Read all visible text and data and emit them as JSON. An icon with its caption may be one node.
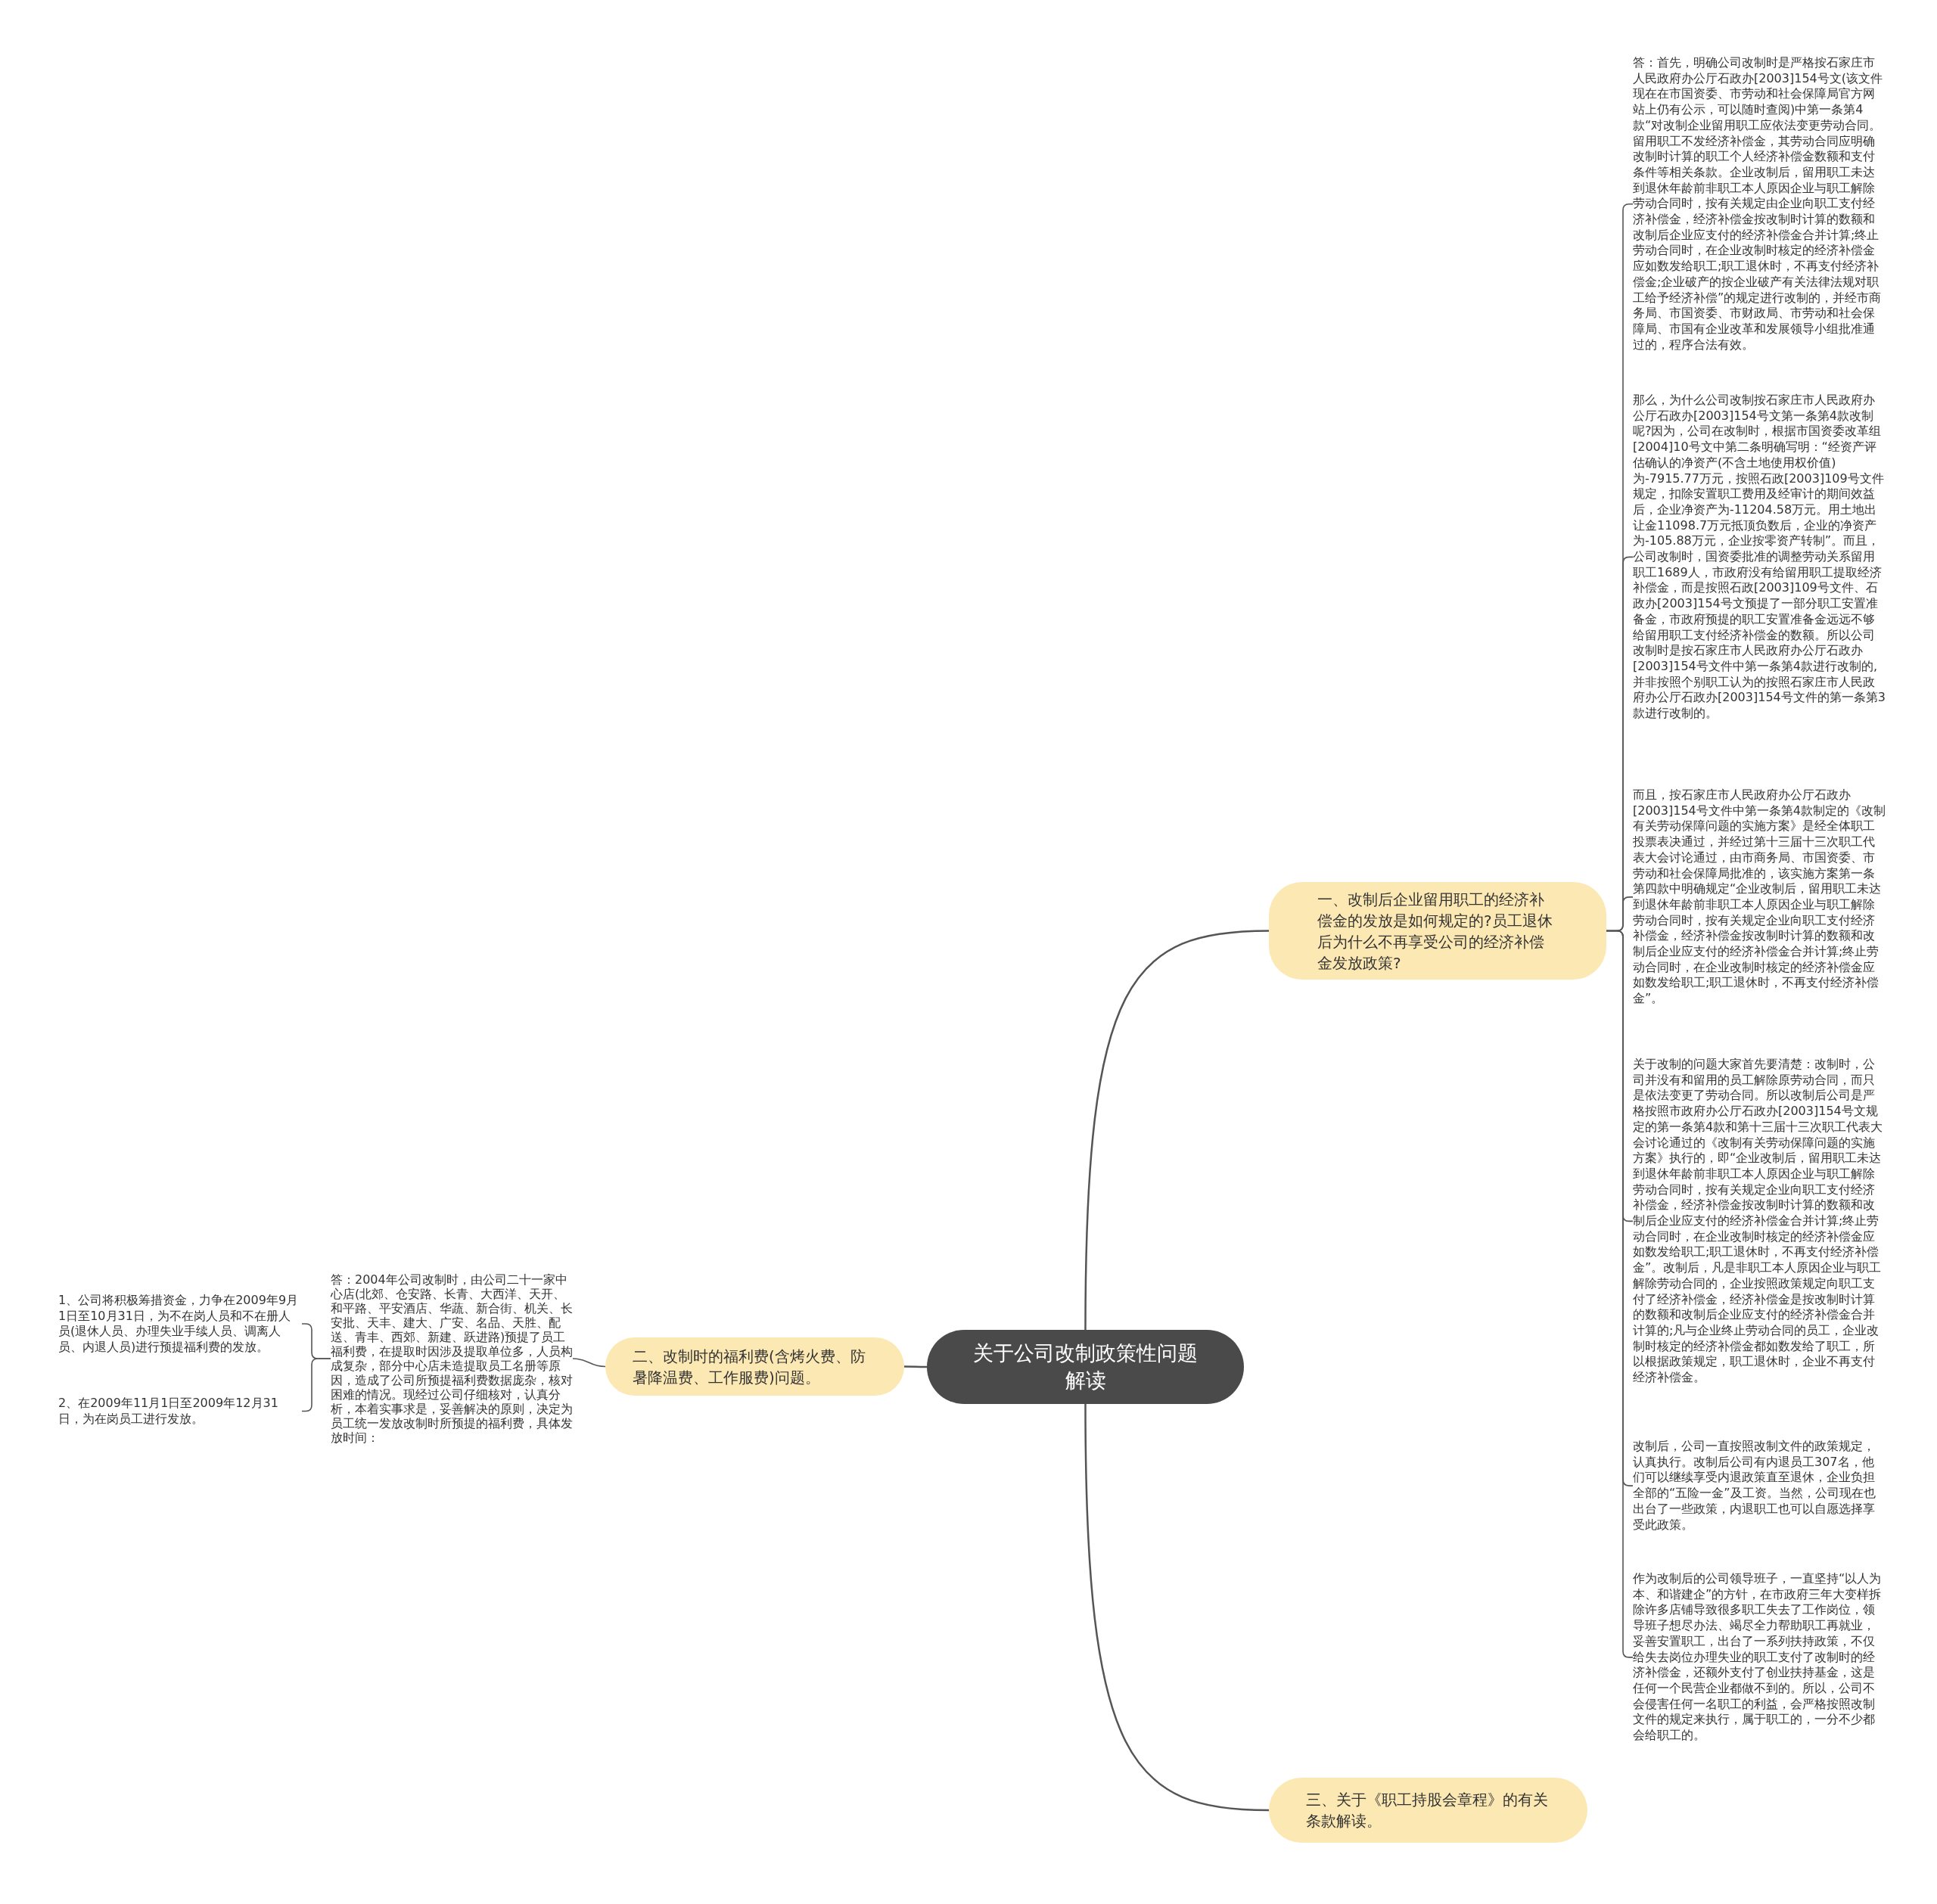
{
  "diagram": {
    "nodes": [
      {
        "text": [
          "关于公司改制政策性问题解读"
        ]
      },
      {
        "text": [
          "一、改制后企业留用职工的经济补偿金的发放是如何规定的?员工退休后为什么不再享受公司的经济补偿金发放政策?"
        ]
      },
      {
        "text": [
          "答：首先，明确公司改制时是严格按石家庄市人民政府办公厅石政办[2003]154号文(该文件现在在市国资委、市劳动和社会保障局官方网站上仍有公示，可以随时查阅)中第一条第4款“对改制企业留用职工应依法变更劳动合同。留用职工不发经济补偿金，其劳动合同应明确改制时计算的职工个人经济补偿金数额和支付条件等相关条款。企业改制后，留用职工未达到退休年龄前非职工本人原因企业与职工解除劳动合同时，按有关规定由企业向职工支付经济补偿金，经济补偿金按改制时计算的数额和改制后企业应支付的经济补偿金合并计算;终止劳动合同时，在企业改制时核定的经济补偿金应如数发给职工;职工退休时，不再支付经济补偿金;企业破产的按企业破产有关法律法规对职工给予经济补偿”的规定进行改制的，并经市商务局、市国资委、市财政局、市劳动和社会保障局、市国有企业改革和发展领导小组批准通过的，程序合法有效。"
        ]
      },
      {
        "text": [
          "那么，为什么公司改制按石家庄市人民政府办公厅石政办[2003]154号文第一条第4款改制呢?因为，公司在改制时，根据市国资委改革组[2004]10号文中第二条明确写明：“经资产评估确认的净资产(不含土地使用权价值)为-7915.77万元，按照石政[2003]109号文件规定，扣除安置职工费用及经审计的期间效益后，企业净资产为-11204.58万元。用土地出让金11098.7万元抵顶负数后，企业的净资产为-105.88万元，企业按零资产转制”。而且，公司改制时，国资委批准的调整劳动关系留用职工1689人，市政府没有给留用职工提取经济补偿金，而是按照石政[2003]109号文件、石政办[2003]154号文预提了一部分职工安置准备金，市政府预提的职工安置准备金远远不够给留用职工支付经济补偿金的数额。所以公司改制时是按石家庄市人民政府办公厅石政办[2003]154号文件中第一条第4款进行改制的,并非按照个别职工认为的按照石家庄市人民政府办公厅石政办[2003]154号文件的第一条第3款进行改制的。"
        ]
      },
      {
        "text": [
          "而且，按石家庄市人民政府办公厅石政办[2003]154号文件中第一条第4款制定的《改制有关劳动保障问题的实施方案》是经全体职工投票表决通过，并经过第十三届十三次职工代表大会讨论通过，由市商务局、市国资委、市劳动和社会保障局批准的，该实施方案第一条第四款中明确规定“企业改制后，留用职工未达到退休年龄前非职工本人原因企业与职工解除劳动合同时，按有关规定企业向职工支付经济补偿金，经济补偿金按改制时计算的数额和改制后企业应支付的经济补偿金合并计算;终止劳动合同时，在企业改制时核定的经济补偿金应如数发给职工;职工退休时，不再支付经济补偿金”。"
        ]
      },
      {
        "text": [
          "关于改制的问题大家首先要清楚：改制时，公司并没有和留用的员工解除原劳动合同，而只是依法变更了劳动合同。所以改制后公司是严格按照市政府办公厅石政办[2003]154号文规定的第一条第4款和第十三届十三次职工代表大会讨论通过的《改制有关劳动保障问题的实施方案》执行的，即“企业改制后，留用职工未达到退休年龄前非职工本人原因企业与职工解除劳动合同时，按有关规定企业向职工支付经济补偿金，经济补偿金按改制时计算的数额和改制后企业应支付的经济补偿金合并计算;终止劳动合同时，在企业改制时核定的经济补偿金应如数发给职工;职工退休时，不再支付经济补偿金”。改制后，凡是非职工本人原因企业与职工解除劳动合同的，企业按照政策规定向职工支付了经济补偿金，经济补偿金是按改制时计算的数额和改制后企业应支付的经济补偿金合并计算的;凡与企业终止劳动合同的员工，企业改制时核定的经济补偿金都如数发给了职工，所以根据政策规定，职工退休时，企业不再支付经济补偿金。"
        ]
      },
      {
        "text": [
          "改制后，公司一直按照改制文件的政策规定，认真执行。改制后公司有内退员工307名，他们可以继续享受内退政策直至退休，企业负担全部的“五险一金”及工资。当然，公司现在也出台了一些政策，内退职工也可以自愿选择享受此政策。"
        ]
      },
      {
        "text": [
          "作为改制后的公司领导班子，一直坚持“以人为本、和谐建企”的方针，在市政府三年大变样拆除许多店铺导致很多职工失去了工作岗位，领导班子想尽办法、竭尽全力帮助职工再就业，妥善安置职工，出台了一系列扶持政策，不仅给失去岗位办理失业的职工支付了改制时的经济补偿金，还额外支付了创业扶持基金，这是任何一个民营企业都做不到的。所以，公司不会侵害任何一名职工的利益，会严格按照改制文件的规定来执行，属于职工的，一分不少都会给职工的。"
        ]
      },
      {
        "text": [
          "二、改制时的福利费(含烤火费、防暑降温费、工作服费)问题。"
        ]
      },
      {
        "text": [
          "答：2004年公司改制时，由公司二十一家中心店(北郊、仓安路、长青、大西洋、天开、和平路、平安酒店、华蔬、新合街、机关、长安批、天丰、建大、广安、名品、天胜、配送、青丰、西郊、新建、跃进路)预提了员工福利费，在提取时因涉及提取单位多，人员构成复杂，部分中心店未造提取员工名册等原因，造成了公司所预提福利费数据庞杂，核对困难的情况。现经过公司仔细核对，认真分析，本着实事求是，妥善解决的原则，决定为员工统一发放改制时所预提的福利费，具体发放时间："
        ]
      },
      {
        "text": [
          "1、公司将积极筹措资金，力争在2009年9月1日至10月31日，为不在岗人员和不在册人员(退休人员、办理失业手续人员、调离人员、内退人员)进行预提福利费的发放。"
        ]
      },
      {
        "text": [
          "2、在2009年11月1日至2009年12月31日，为在岗员工进行发放。"
        ]
      },
      {
        "text": [
          "三、关于《职工持股会章程》的有关条款解读。"
        ]
      }
    ],
    "edges": [
      {
        "from": 0,
        "to": 1,
        "arrow": "none"
      },
      {
        "from": 0,
        "to": 8,
        "arrow": "none"
      },
      {
        "from": 0,
        "to": 12,
        "arrow": "none"
      },
      {
        "from": 1,
        "to": 2,
        "arrow": "none"
      },
      {
        "from": 1,
        "to": 3,
        "arrow": "none"
      },
      {
        "from": 1,
        "to": 4,
        "arrow": "none"
      },
      {
        "from": 1,
        "to": 5,
        "arrow": "none"
      },
      {
        "from": 1,
        "to": 6,
        "arrow": "none"
      },
      {
        "from": 1,
        "to": 7,
        "arrow": "none"
      },
      {
        "from": 8,
        "to": 9,
        "arrow": "none"
      },
      {
        "from": 9,
        "to": 10,
        "arrow": "none"
      },
      {
        "from": 9,
        "to": 11,
        "arrow": "none"
      }
    ]
  }
}
